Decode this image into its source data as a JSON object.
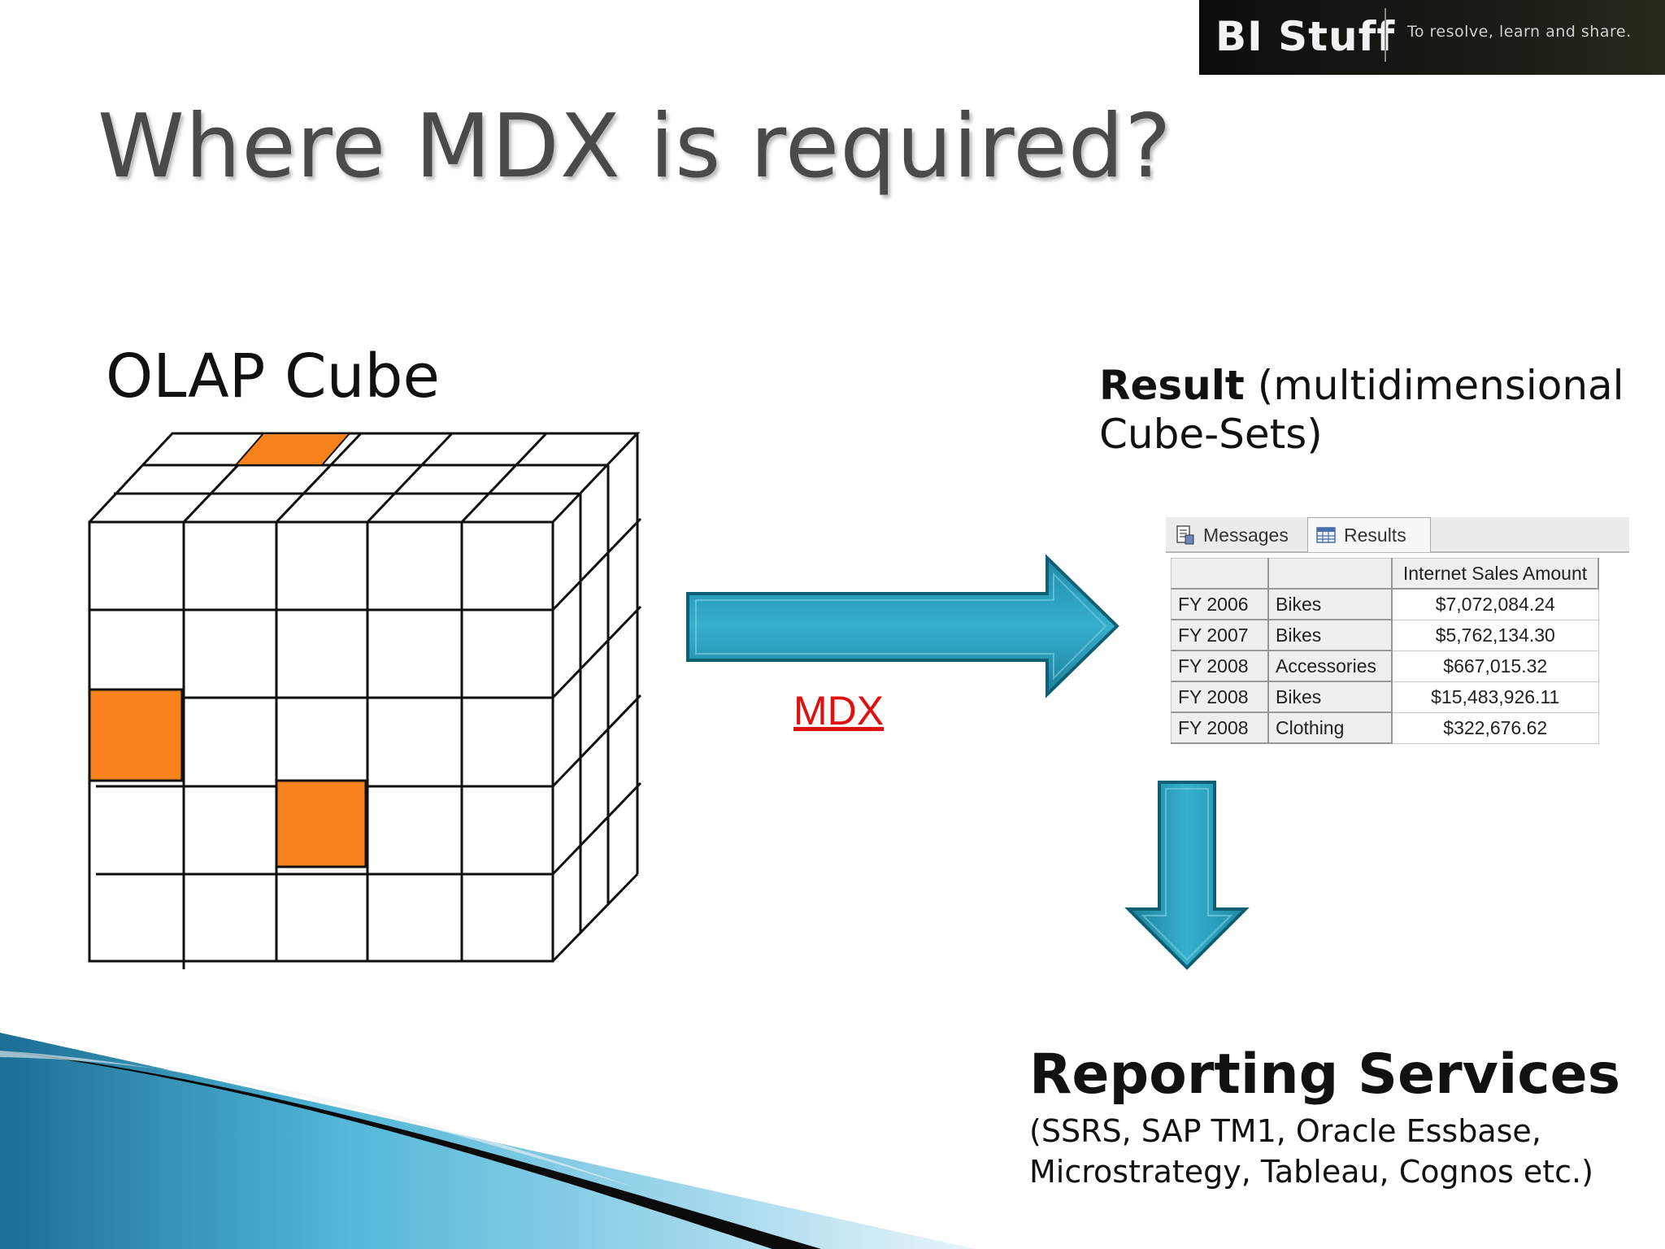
{
  "logo": {
    "name": "BI Stuff",
    "tagline": "To resolve, learn and share."
  },
  "slide": {
    "title": "Where MDX is required?"
  },
  "cube": {
    "label": "OLAP Cube",
    "highlight_color": "#f7821b"
  },
  "arrow": {
    "label": "MDX",
    "color": "#2aa3c0",
    "label_color": "#e01010"
  },
  "result": {
    "caption_bold": "Result",
    "caption_rest": " (multidimensional Cube-Sets)",
    "tabs": [
      {
        "label": "Messages",
        "icon": "messages-icon"
      },
      {
        "label": "Results",
        "icon": "results-grid-icon"
      }
    ],
    "columns": [
      "",
      "",
      "Internet Sales Amount"
    ],
    "rows": [
      {
        "year": "FY 2006",
        "category": "Bikes",
        "amount": "$7,072,084.24"
      },
      {
        "year": "FY 2007",
        "category": "Bikes",
        "amount": "$5,762,134.30"
      },
      {
        "year": "FY 2008",
        "category": "Accessories",
        "amount": "$667,015.32"
      },
      {
        "year": "FY 2008",
        "category": "Bikes",
        "amount": "$15,483,926.11"
      },
      {
        "year": "FY 2008",
        "category": "Clothing",
        "amount": "$322,676.62"
      }
    ]
  },
  "reporting": {
    "title": "Reporting Services",
    "subtitle": "(SSRS, SAP TM1, Oracle Essbase, Microstrategy, Tableau, Cognos etc.)"
  }
}
